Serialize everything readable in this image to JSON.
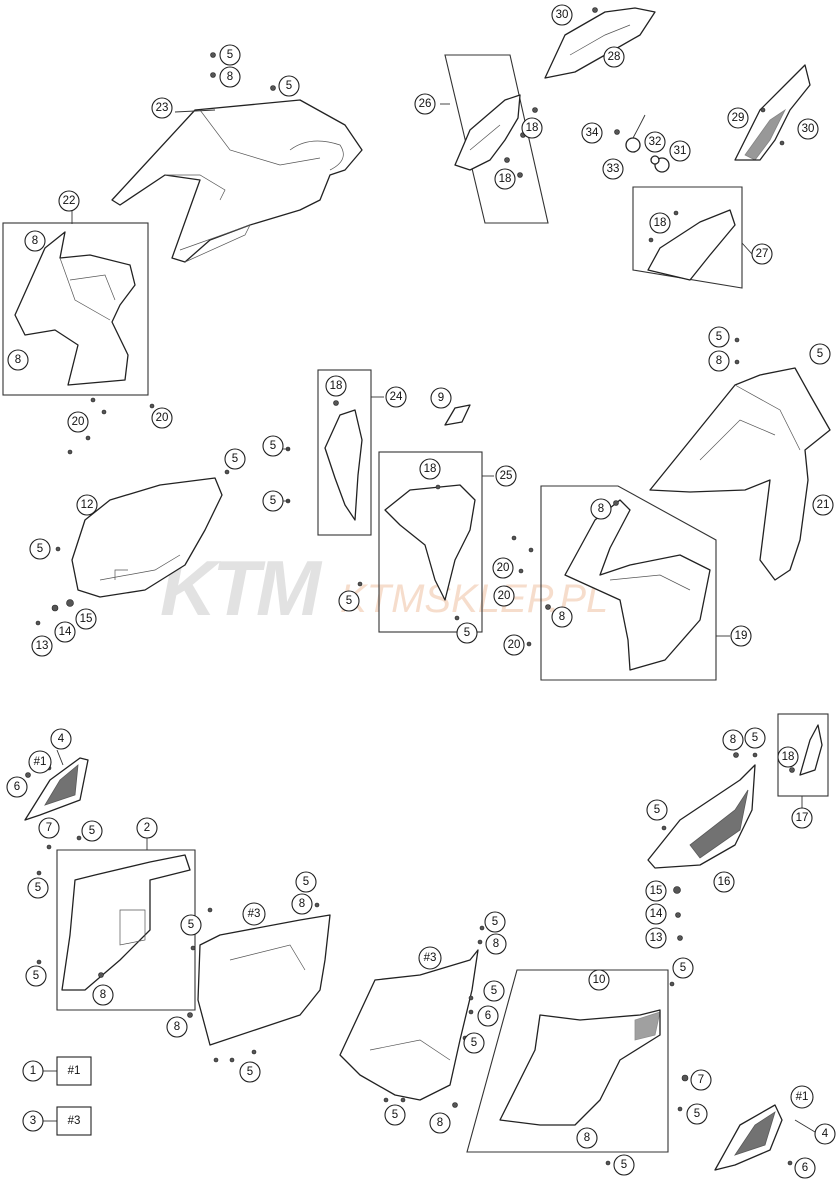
{
  "watermark": {
    "brand": "KTM",
    "site": "KTMSKLEP.PL"
  },
  "callouts": {
    "c5a": "5",
    "c8a": "8",
    "c5b": "5",
    "c23": "23",
    "c22": "22",
    "c8b": "8",
    "c8c": "8",
    "c20a": "20",
    "c20b": "20",
    "c30a": "30",
    "c28": "28",
    "c26": "26",
    "c18a": "18",
    "c18b": "18",
    "c34": "34",
    "c32": "32",
    "c31": "31",
    "c33": "33",
    "c29": "29",
    "c30b": "30",
    "c18c": "18",
    "c27": "27",
    "c5c": "5",
    "c8d": "8",
    "c5d": "5",
    "c21": "21",
    "c18d": "18",
    "c24": "24",
    "c9": "9",
    "c5e": "5",
    "c5f": "5",
    "c5g": "5",
    "c12": "12",
    "c5h": "5",
    "c15a": "15",
    "c14a": "14",
    "c13a": "13",
    "c18e": "18",
    "c25": "25",
    "c5i": "5",
    "c5j": "5",
    "c8e": "8",
    "c20c": "20",
    "c20d": "20",
    "c20e": "20",
    "c8f": "8",
    "c19": "19",
    "c4a": "4",
    "c6a": "6",
    "c7a": "7",
    "c5k": "5",
    "c2": "2",
    "c5l": "5",
    "c8g": "8",
    "c5m": "5",
    "c5n": "5",
    "c8h": "8",
    "c5o": "5",
    "c8i": "8",
    "c5p": "5",
    "c5q": "5",
    "c8j": "8",
    "c5r": "5",
    "c6b": "6",
    "c5s": "5",
    "c5t": "5",
    "c8k": "8",
    "c10": "10",
    "c5u": "5",
    "c7b": "7",
    "c5v": "5",
    "c8l": "8",
    "c5w": "5",
    "c8m": "8",
    "c5x": "5",
    "c18f": "18",
    "c17": "17",
    "c5y": "5",
    "c16": "16",
    "c15b": "15",
    "c14b": "14",
    "c13b": "13",
    "c4b": "4",
    "c6c": "6",
    "c1": "1",
    "c3": "3"
  },
  "tags": {
    "t1a": "#1",
    "t3a": "#3",
    "t3b": "#3",
    "t1b": "#1",
    "t1c": "#1",
    "t3c": "#3"
  }
}
